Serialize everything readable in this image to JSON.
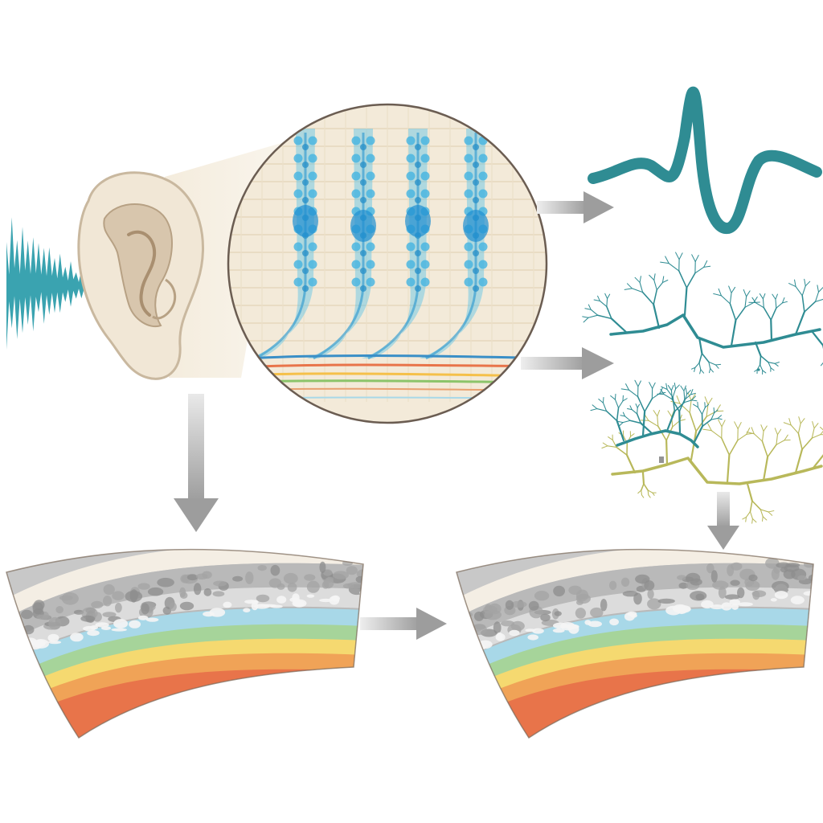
{
  "colors": {
    "background": "#ffffff",
    "sound_wave": "#3aa3b0",
    "signal_wave": "#2f8c93",
    "neuron_teal": "#2f8c93",
    "neuron_olive": "#b8b85a",
    "hair_cells": "#5cc4e6",
    "cochlea_bg": "#f3ead9",
    "ear_skin": "#f1e7d6",
    "ear_outline": "#c9b89f",
    "arrow": "#a9a9a9",
    "tissue_top": "#f4eee4",
    "tissue_gray": "#c8c8c8",
    "band_blue": "#a8d8e8",
    "band_green": "#a6d49a",
    "band_yellow": "#f5d970",
    "band_orange": "#f0a357",
    "band_red": "#e8744a"
  },
  "icons": {
    "sound": "sound-wave-icon",
    "ear": "ear-icon",
    "magnifier": "cochlea-magnified-circle",
    "signal": "action-potential-waveform-icon",
    "neuron": "neuron-fiber-icon",
    "neuron_pair": "branched-neurons-icon"
  },
  "panels": [
    "sound-wave",
    "outer-ear",
    "cochlea-hair-cells",
    "neural-signal",
    "single-neuron",
    "neuron-pair",
    "tissue-layers-before",
    "tissue-layers-after"
  ]
}
